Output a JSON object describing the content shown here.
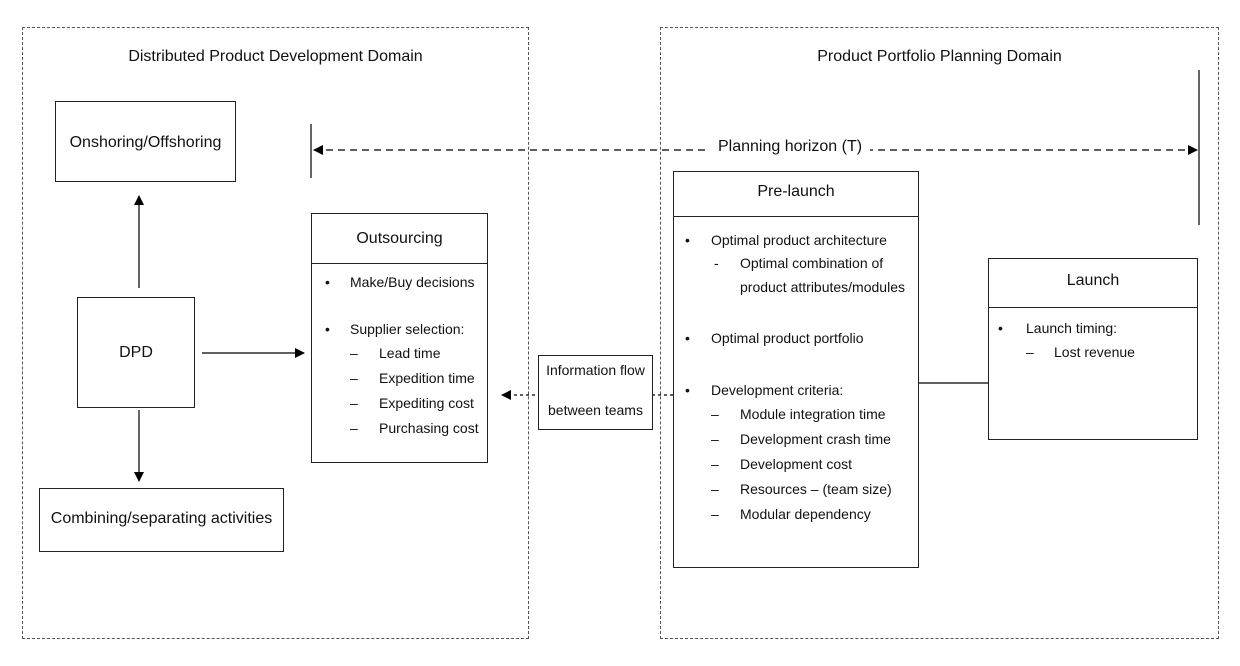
{
  "left_domain": {
    "title": "Distributed Product Development Domain"
  },
  "right_domain": {
    "title": "Product Portfolio Planning Domain"
  },
  "onshoring": {
    "label": "Onshoring/Offshoring"
  },
  "dpd": {
    "label": "DPD"
  },
  "combining": {
    "label": "Combining/separating activities"
  },
  "outsourcing": {
    "title": "Outsourcing",
    "bullet1": "Make/Buy decisions",
    "bullet2": "Supplier selection:",
    "items": [
      "Lead time",
      "Expedition time",
      "Expediting cost",
      "Purchasing cost"
    ]
  },
  "info_flow": {
    "line1": "Information flow",
    "line2": "between teams"
  },
  "horizon": {
    "label": "Planning horizon (T)"
  },
  "prelaunch": {
    "title": "Pre-launch",
    "bullet1": "Optimal product architecture",
    "sub_line1": "Optimal combination of",
    "sub_line2": "product attributes/modules",
    "bullet2": "Optimal product portfolio",
    "bullet3": "Development criteria:",
    "items": [
      "Module integration time",
      "Development crash time",
      "Development cost",
      "Resources – (team size)",
      "Modular dependency"
    ]
  },
  "launch": {
    "title": "Launch",
    "bullet1": "Launch timing:",
    "items": [
      "Lost revenue"
    ]
  },
  "glyphs": {
    "bullet": "•",
    "dash": "–",
    "hyphen": "-"
  }
}
